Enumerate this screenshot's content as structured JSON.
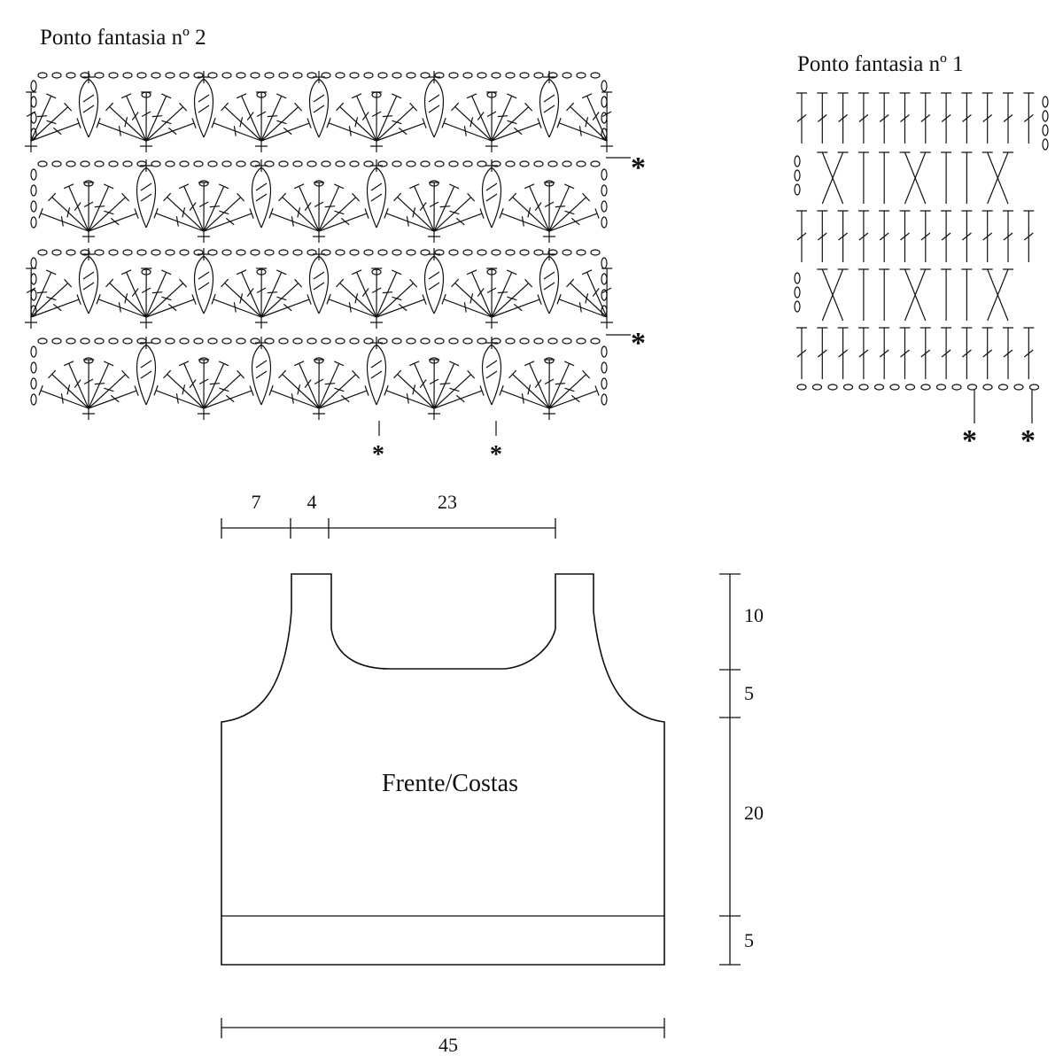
{
  "charts": {
    "stitch2_title": "Ponto fantasia nº 2",
    "stitch1_title": "Ponto fantasia nº 1",
    "marker": "*"
  },
  "schematic": {
    "piece_label": "Frente/Costas",
    "top_dims": [
      "7",
      "4",
      "23"
    ],
    "side_dims": [
      "10",
      "5",
      "20",
      "5"
    ],
    "bottom_dim": "45"
  }
}
